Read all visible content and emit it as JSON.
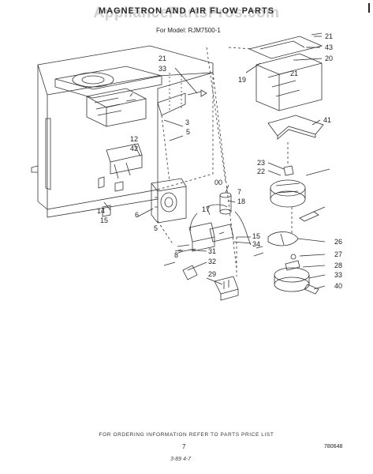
{
  "header": {
    "watermark": "AppliancePartsPros.com",
    "title": "MAGNETRON AND AIR FLOW PARTS",
    "model": "For Model: RJM7500-1"
  },
  "callouts": [
    "21",
    "33",
    "3",
    "5",
    "12",
    "42",
    "14",
    "15",
    "6",
    "5",
    "00",
    "7",
    "18",
    "17",
    "31",
    "32",
    "29",
    "8",
    "15",
    "34",
    "21",
    "43",
    "20",
    "19",
    "21",
    "41",
    "23",
    "22",
    "26",
    "27",
    "28",
    "33",
    "40"
  ],
  "footer": {
    "note": "FOR ORDERING INFORMATION REFER TO PARTS PRICE LIST",
    "page_number": "7",
    "doc_number": "780648",
    "date": "3-89 4-7"
  }
}
